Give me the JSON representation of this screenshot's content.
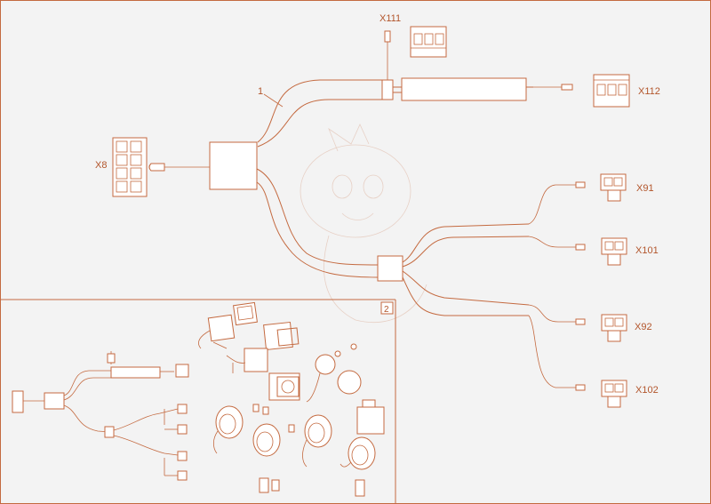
{
  "labels": {
    "harness": "1",
    "inset": "2",
    "x8": "X8",
    "x111": "X111",
    "x112": "X112",
    "x91": "X91",
    "x101": "X101",
    "x92": "X92",
    "x102": "X102"
  },
  "colors": {
    "line": "#c46a40",
    "text": "#b2552b",
    "background": "#f3f3f3"
  }
}
